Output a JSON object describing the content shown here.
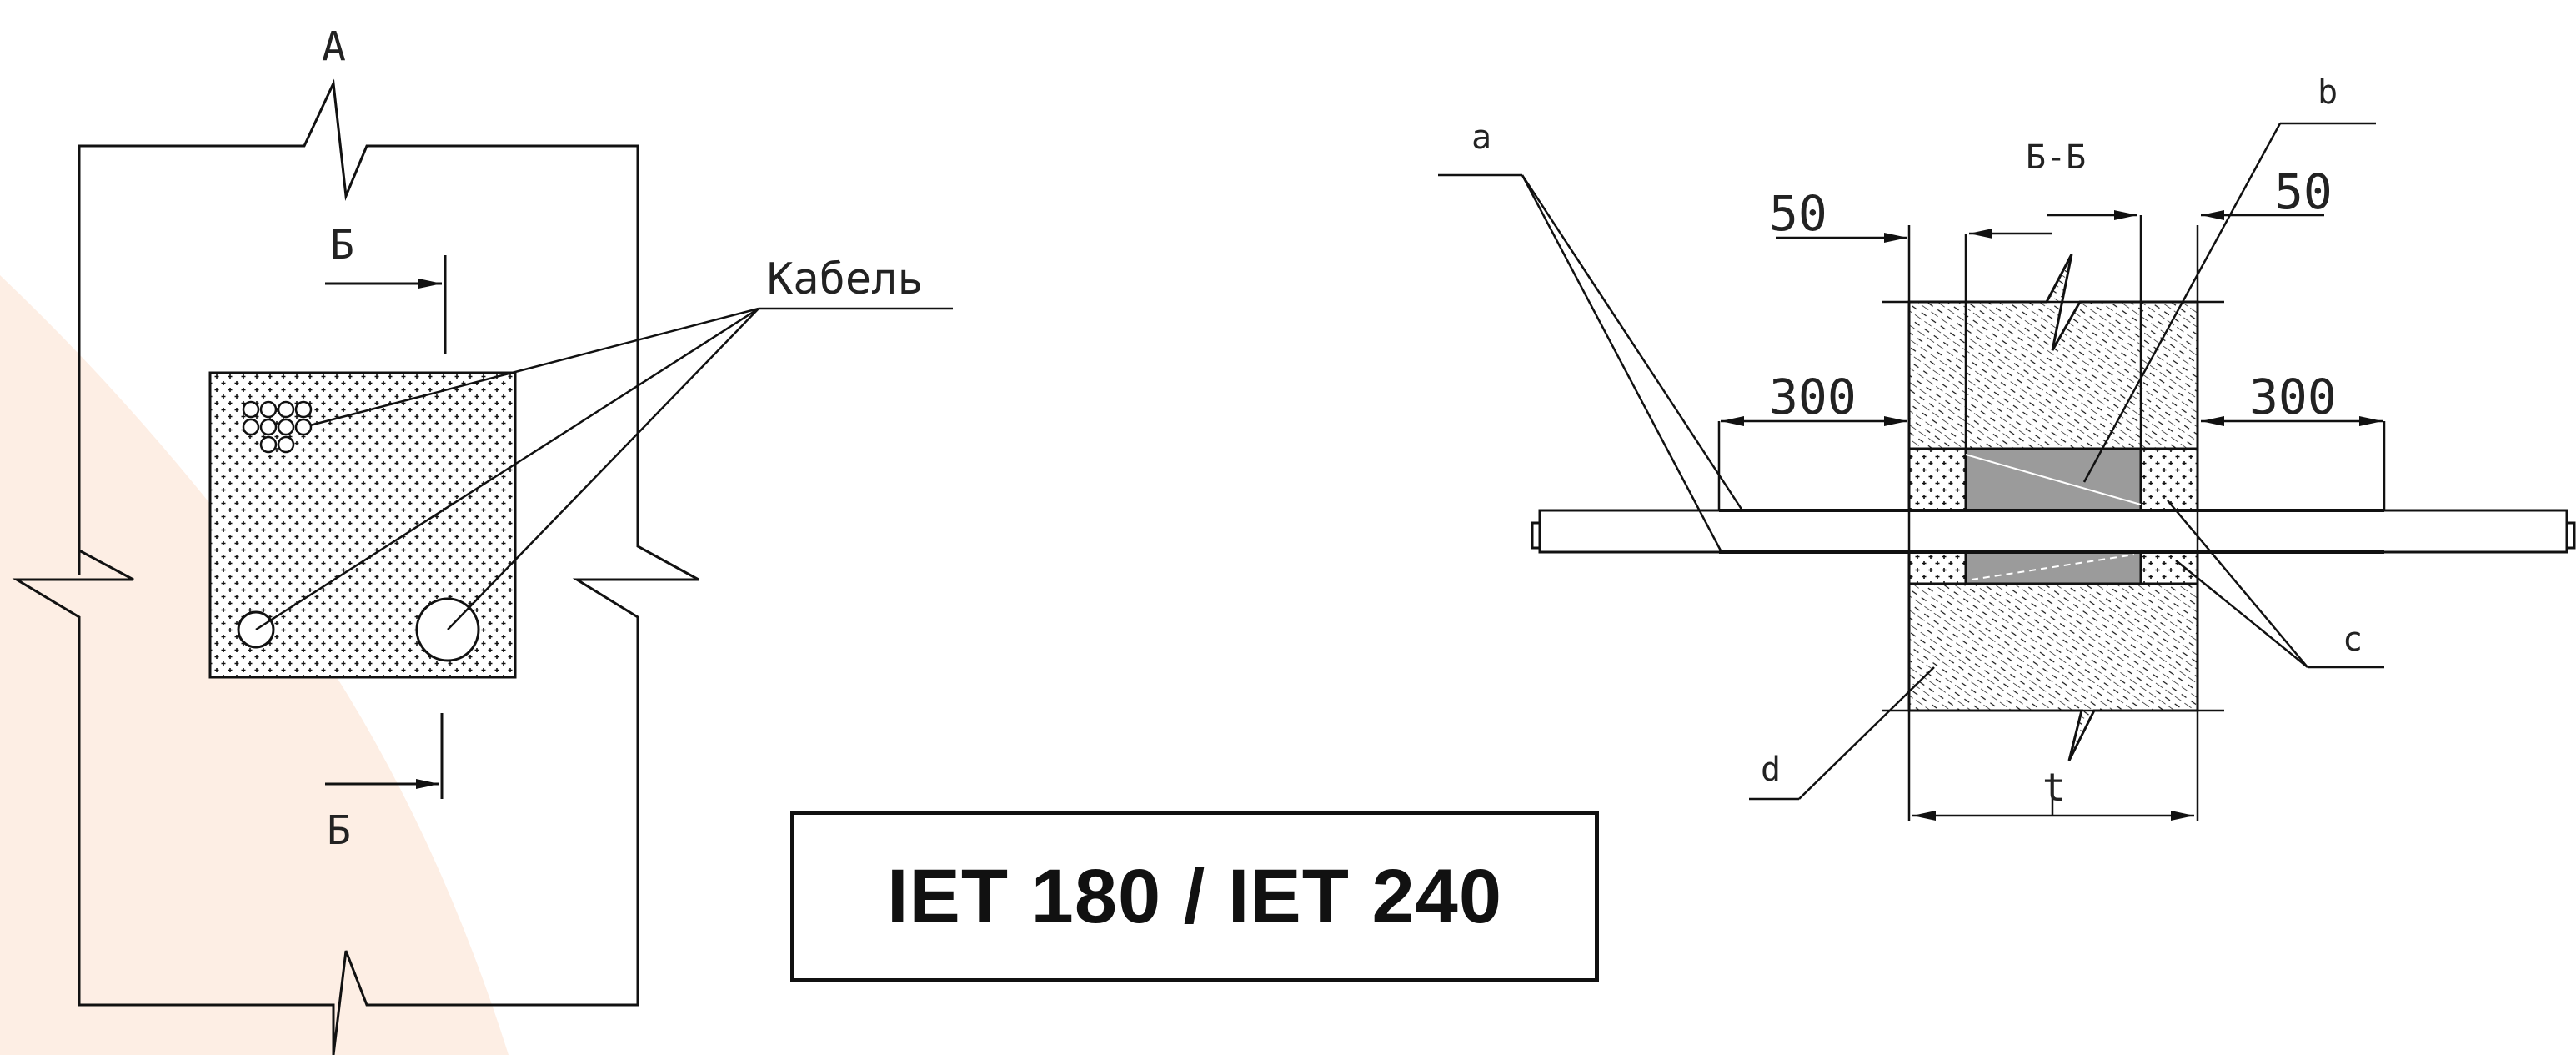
{
  "colors": {
    "accent_blob": "#fdeee4",
    "line": "#111111",
    "sleeve_fill": "#9b9b9b"
  },
  "left_view": {
    "section_mark_top": "А",
    "cut_mark_upper": "Б",
    "cut_mark_lower": "Б",
    "cable_label": "Кабель"
  },
  "section_view": {
    "section_title": "Б-Б",
    "callout_a": "a",
    "callout_b": "b",
    "callout_c": "c",
    "callout_d": "d",
    "dim_left_50": "50",
    "dim_right_50": "50",
    "dim_left_300": "300",
    "dim_right_300": "300",
    "dim_thickness": "t"
  },
  "title_box": {
    "text": "IET 180 / IET 240"
  }
}
